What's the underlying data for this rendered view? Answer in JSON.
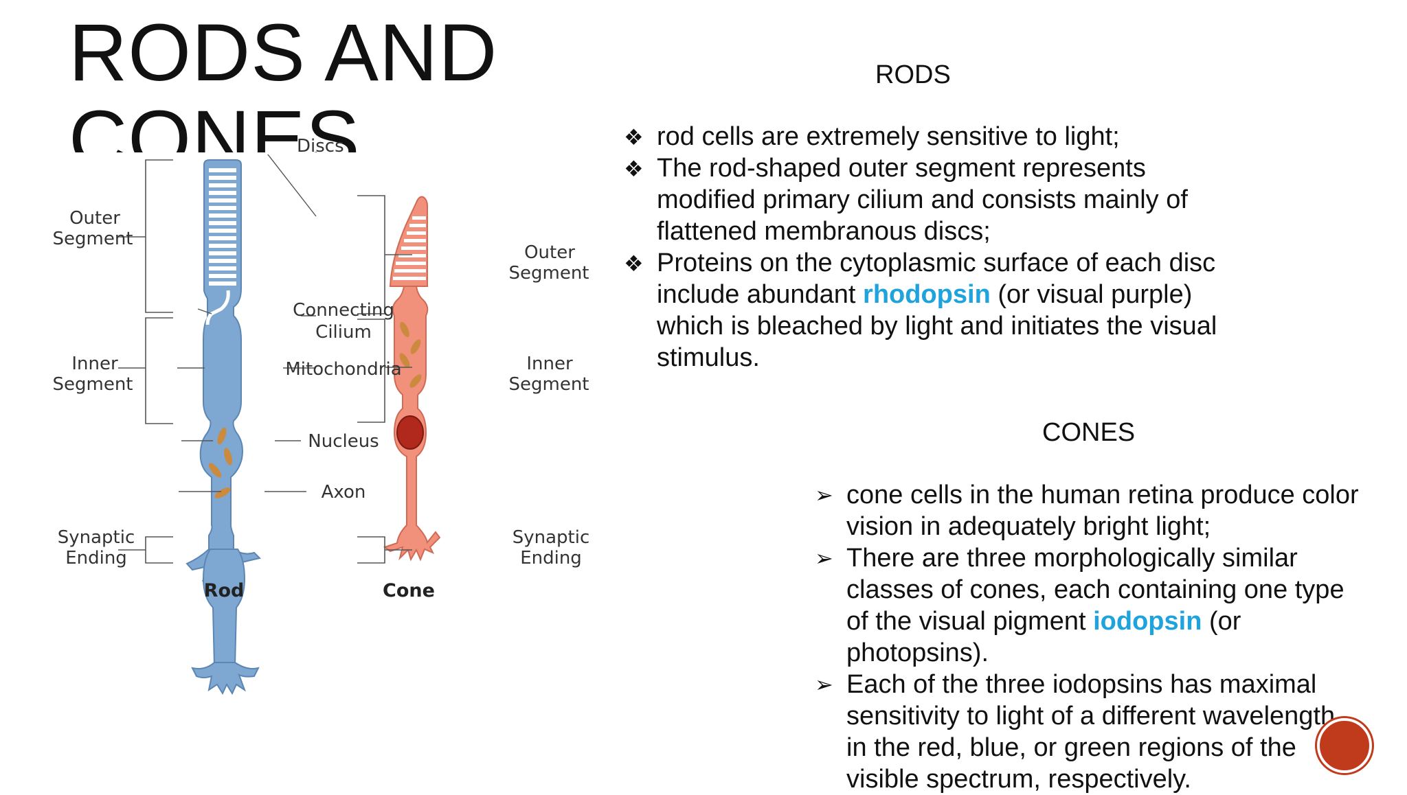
{
  "slide": {
    "title": "RODS AND CONES"
  },
  "diagram": {
    "labels": {
      "discs": "Discs",
      "outer_l1": "Outer",
      "outer_l2": "Segment",
      "connecting_l1": "Connecting",
      "connecting_l2": "Cilium",
      "inner_l1": "Inner",
      "inner_l2": "Segment",
      "mitochondria": "Mitochondria",
      "nucleus": "Nucleus",
      "axon": "Axon",
      "synaptic_l1": "Synaptic",
      "synaptic_l2": "Ending",
      "rod": "Rod",
      "cone": "Cone"
    },
    "colors": {
      "rod": "#7ea7d2",
      "rod_outline": "#5b86b3",
      "rod_nucleus": "#1a5fa8",
      "cone": "#f1907b",
      "cone_outline": "#d06a55",
      "cone_nucleus": "#b1281c",
      "mitochondria": "#cc8a3e"
    }
  },
  "rods": {
    "heading": "RODS",
    "bullets": [
      {
        "mark": "❖",
        "text": "rod cells are extremely sensitive to light;"
      },
      {
        "mark": "❖",
        "text": "The rod-shaped outer segment represents modified primary cilium and  consists mainly of flattened membranous discs;"
      },
      {
        "mark": "❖",
        "before": "Proteins on the cytoplasmic surface of each disc include abundant ",
        "highlight": "rhodopsin",
        "after": " (or visual purple) which is bleached by light and initiates the visual stimulus."
      }
    ]
  },
  "cones": {
    "heading": "CONES",
    "bullets": [
      {
        "mark": "➢",
        "text": "cone cells in the human retina produce color vision in adequately bright light;"
      },
      {
        "mark": "➢",
        "before": "There are three morphologically similar classes of cones, each containing one type of the visual pigment ",
        "highlight": "iodopsin",
        "after": " (or photopsins)."
      },
      {
        "mark": "➢",
        "text": "Each of the three iodopsins has maximal sensitivity to light of a different wavelength, in the red, blue, or green regions of the visible spectrum, respectively."
      }
    ]
  },
  "colors": {
    "highlight": "#1ea3dc",
    "badge": "#c03a1c"
  }
}
